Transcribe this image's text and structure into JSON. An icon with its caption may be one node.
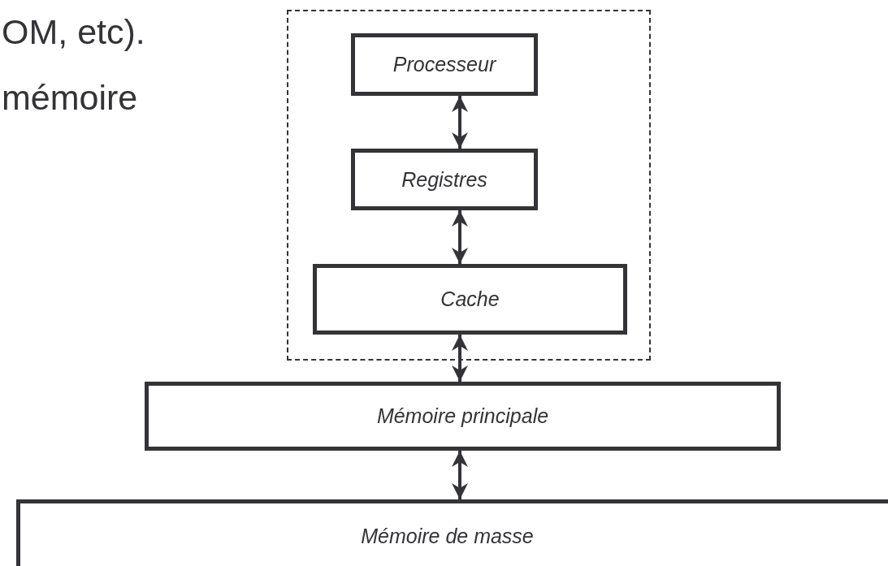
{
  "diagram": {
    "nodes": [
      {
        "text": [],
        "shape": "box"
      },
      {
        "text": [
          "Processeur"
        ],
        "in": 0
      },
      {
        "text": [
          "Registres"
        ],
        "in": 0
      },
      {
        "text": [
          "Cache"
        ],
        "in": 0
      },
      {
        "text": [
          "Mémoire principale"
        ]
      },
      {
        "text": [
          "Mémoire de masse"
        ]
      }
    ],
    "edges": [
      {
        "from": 1,
        "to": 2,
        "arrow": "both"
      },
      {
        "from": 2,
        "to": 3,
        "arrow": "both"
      },
      {
        "from": 3,
        "to": 4,
        "arrow": "both"
      },
      {
        "from": 4,
        "to": 5,
        "arrow": "both"
      }
    ],
    "labels": [
      "OM, etc).",
      "mémoire"
    ]
  }
}
